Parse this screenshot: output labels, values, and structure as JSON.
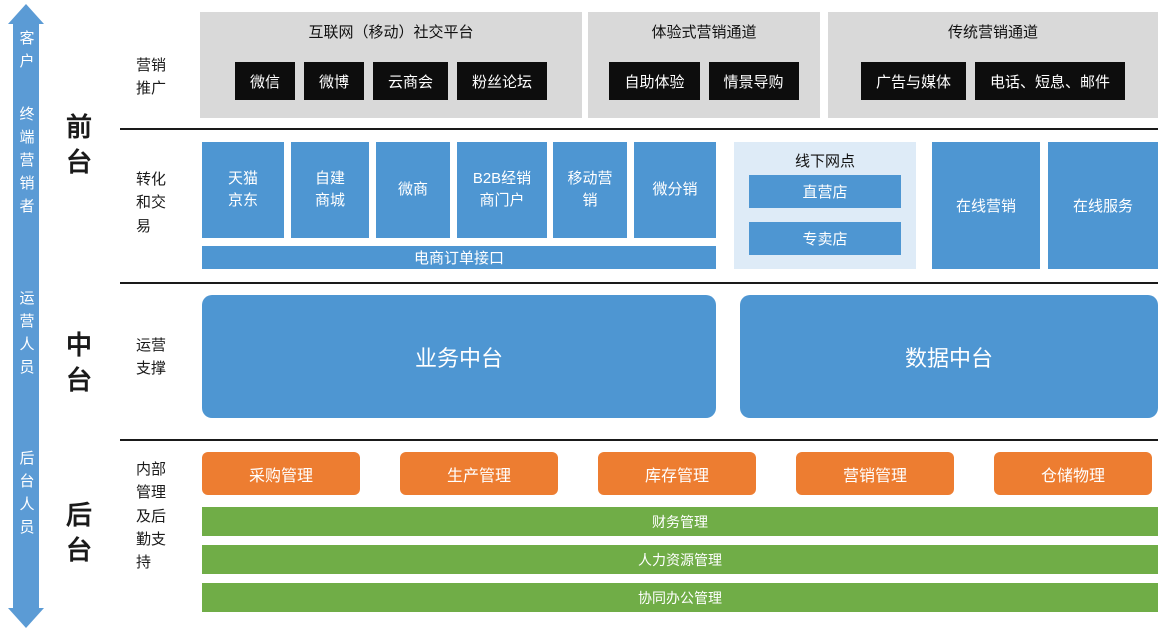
{
  "arrow": {
    "labels": [
      "客户",
      "终端营销者",
      "运营人员",
      "后台人员"
    ]
  },
  "layers": [
    {
      "name": "前台"
    },
    {
      "name": "中台"
    },
    {
      "name": "后台"
    }
  ],
  "front": {
    "marketing": {
      "row_label": "营销推广",
      "groups": [
        {
          "title": "互联网（移动）社交平台",
          "items": [
            "微信",
            "微博",
            "云商会",
            "粉丝论坛"
          ]
        },
        {
          "title": "体验式营销通道",
          "items": [
            "自助体验",
            "情景导购"
          ]
        },
        {
          "title": "传统营销通道",
          "items": [
            "广告与媒体",
            "电话、短息、邮件"
          ]
        }
      ]
    },
    "conversion": {
      "row_label": "转化和交易",
      "channels": [
        "天猫\n京东",
        "自建\n商城",
        "微商",
        "B2B经销\n商门户",
        "移动营\n销",
        "微分销"
      ],
      "order_interface": "电商订单接口",
      "offline": {
        "title": "线下网点",
        "items": [
          "直营店",
          "专卖店"
        ]
      },
      "online_marketing": "在线营销",
      "online_service": "在线服务"
    }
  },
  "middle": {
    "row_label": "运营支撑",
    "platforms": [
      "业务中台",
      "数据中台"
    ]
  },
  "back": {
    "row_label": "内部管理及后勤支持",
    "management_items": [
      "采购管理",
      "生产管理",
      "库存管理",
      "营销管理",
      "仓储物理"
    ],
    "support_items": [
      "财务管理",
      "人力资源管理",
      "协同办公管理"
    ]
  },
  "colors": {
    "arrow_blue": "#5B9BD5",
    "box_blue": "#4E96D2",
    "offline_bg": "#DEEBF7",
    "group_gray": "#D9D9D9",
    "black_box": "#0D0D0D",
    "orange": "#ED7D31",
    "green": "#70AD47"
  }
}
